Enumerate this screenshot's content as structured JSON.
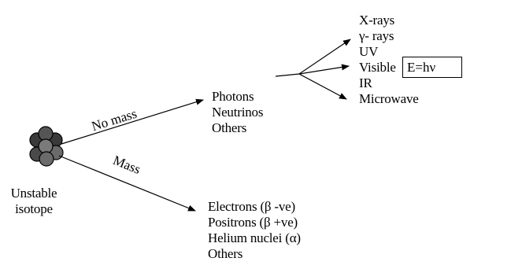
{
  "source": {
    "label_line1": "Unstable",
    "label_line2": "isotope"
  },
  "branches": {
    "no_mass_label": "No mass",
    "mass_label": "Mass"
  },
  "massless_particles": [
    "Photons",
    "Neutrinos",
    "Others"
  ],
  "photon_types": [
    "X-rays",
    "γ- rays",
    "UV",
    "Visible",
    "IR",
    "Microwave"
  ],
  "massive_particles": [
    "Electrons (β -ve)",
    "Positrons (β +ve)",
    "Helium nuclei (α)",
    "Others"
  ],
  "formula": "E=hν",
  "colors": {
    "nucleus_fill": "#6b6b6b",
    "nucleus_dark": "#3a3a3a",
    "nucleus_edge": "#000000",
    "ink": "#000000"
  }
}
